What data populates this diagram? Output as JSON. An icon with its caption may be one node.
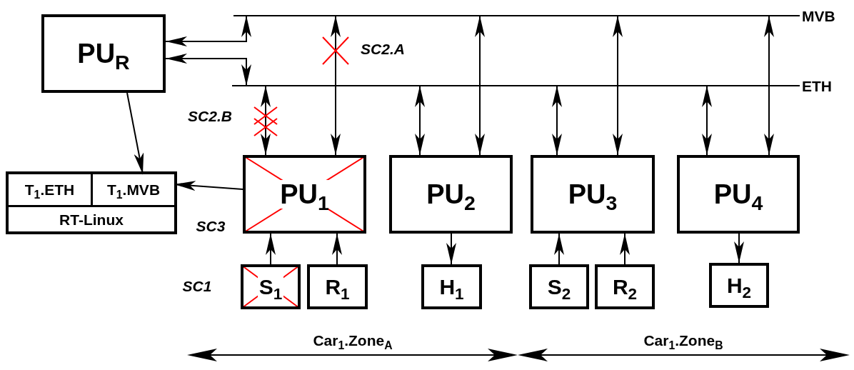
{
  "diagram": {
    "nodes": [
      {
        "text": [],
        "shape": "bar",
        "beside": [
          "MVB"
        ]
      },
      {
        "text": [],
        "shape": "bar",
        "beside": [
          "ETH"
        ]
      },
      {
        "text": [
          "PU$_{R}$"
        ]
      },
      {
        "text": [],
        "shape": "box"
      },
      {
        "text": [
          "T$_{1}$.ETH"
        ],
        "in": 3
      },
      {
        "text": [
          "T$_{1}$.MVB"
        ],
        "in": 3
      },
      {
        "text": [
          "RT-Linux"
        ],
        "in": 3
      },
      {
        "text": [
          "PU$_{1}$"
        ]
      },
      {
        "text": [
          "PU$_{2}$"
        ]
      },
      {
        "text": [
          "PU$_{3}$"
        ]
      },
      {
        "text": [
          "PU$_{4}$"
        ]
      },
      {
        "text": [
          "S$_{1}$"
        ]
      },
      {
        "text": [
          "R$_{1}$"
        ]
      },
      {
        "text": [
          "H$_{1}$"
        ]
      },
      {
        "text": [
          "S$_{2}$"
        ]
      },
      {
        "text": [
          "R$_{2}$"
        ]
      },
      {
        "text": [
          "H$_{2}$"
        ]
      }
    ],
    "edges": [
      {
        "from": 2,
        "to": 0,
        "arrow": "both"
      },
      {
        "from": 2,
        "to": 1,
        "arrow": "both"
      },
      {
        "from": 1,
        "to": 7,
        "arrow": "both"
      },
      {
        "from": 0,
        "to": 7,
        "arrow": "both"
      },
      {
        "from": 1,
        "to": 8,
        "arrow": "both"
      },
      {
        "from": 0,
        "to": 8,
        "arrow": "both"
      },
      {
        "from": 1,
        "to": 9,
        "arrow": "both"
      },
      {
        "from": 0,
        "to": 9,
        "arrow": "both"
      },
      {
        "from": 1,
        "to": 10,
        "arrow": "both"
      },
      {
        "from": 0,
        "to": 10,
        "arrow": "both"
      },
      {
        "from": 11,
        "to": 7,
        "arrow": "to"
      },
      {
        "from": 12,
        "to": 7,
        "arrow": "to"
      },
      {
        "from": 8,
        "to": 13,
        "arrow": "to"
      },
      {
        "from": 14,
        "to": 9,
        "arrow": "to"
      },
      {
        "from": 15,
        "to": 9,
        "arrow": "to"
      },
      {
        "from": 10,
        "to": 16,
        "arrow": "to"
      },
      {
        "from": 2,
        "to": 5,
        "arrow": "to"
      },
      {
        "from": 7,
        "to": 5,
        "arrow": "to"
      }
    ],
    "labels": [
      "SC2.A",
      "SC2.B",
      "SC3",
      "SC1",
      "Car$_{1}$.Zone$_{A}$",
      "Car$_{1}$.Zone$_{B}$"
    ]
  }
}
